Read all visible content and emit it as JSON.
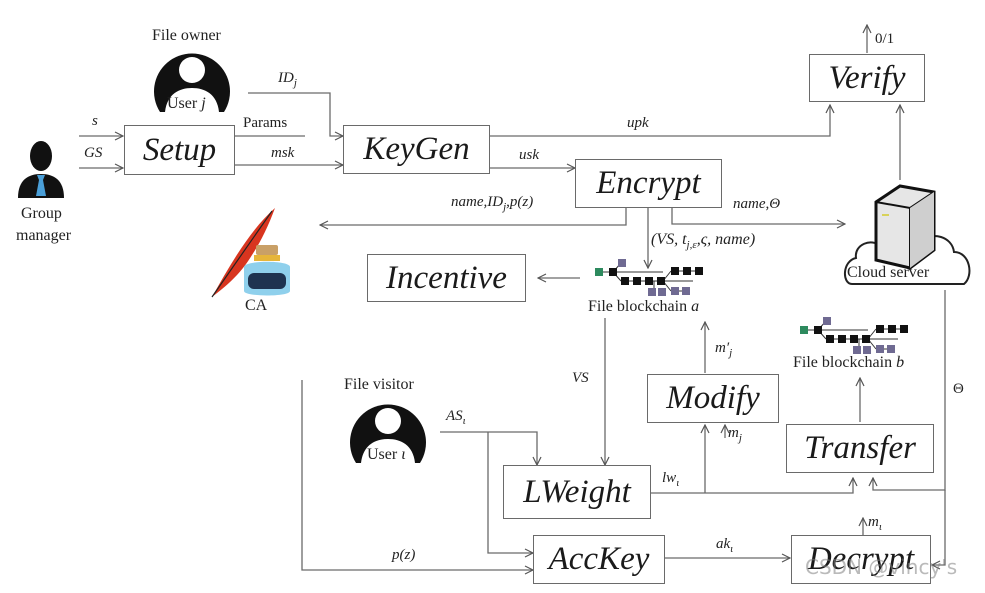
{
  "diagram": {
    "actors": {
      "group_manager": "Group\nmanager",
      "group_manager_line1": "Group",
      "group_manager_line2": "manager",
      "file_owner": "File owner",
      "user_j": "User j",
      "file_visitor": "File visitor",
      "user_i": "User ι",
      "ca": "CA",
      "cloud_server": "Cloud server"
    },
    "blocks": {
      "setup": "Setup",
      "keygen": "KeyGen",
      "encrypt": "Encrypt",
      "verify": "Verify",
      "incentive": "Incentive",
      "modify": "Modify",
      "transfer": "Transfer",
      "lweight": "LWeight",
      "acckey": "AccKey",
      "decrypt": "Decrypt"
    },
    "blockchains": {
      "a": "File blockchain a",
      "b": "File blockchain b"
    },
    "edge_labels": {
      "s": "s",
      "gs": "GS",
      "idj": "IDj",
      "params": "Params",
      "msk": "msk",
      "upk": "upk",
      "usk": "usk",
      "verify_out": "0/1",
      "name_idj_pz": "name,IDj,p(z)",
      "name_theta": "name,Θ",
      "vs_tuple": "(VS, tj,ε,ς, name)",
      "vs": "VS",
      "m_prime_j": "m′j",
      "mj": "mj",
      "asi": "ASι",
      "lwi": "lwι",
      "pz": "p(z)",
      "aki": "akι",
      "mi": "mι",
      "theta": "Θ"
    },
    "watermark": "CSDN @vincy's"
  },
  "colors": {
    "line": "#6a6a6a",
    "chain_black": "#111111",
    "chain_purple": "#6f6a92",
    "chain_green": "#2d8a5e",
    "tie_blue": "#4a9fd8",
    "feather_red": "#d8351f",
    "ink_blue": "#8fd0ec"
  }
}
